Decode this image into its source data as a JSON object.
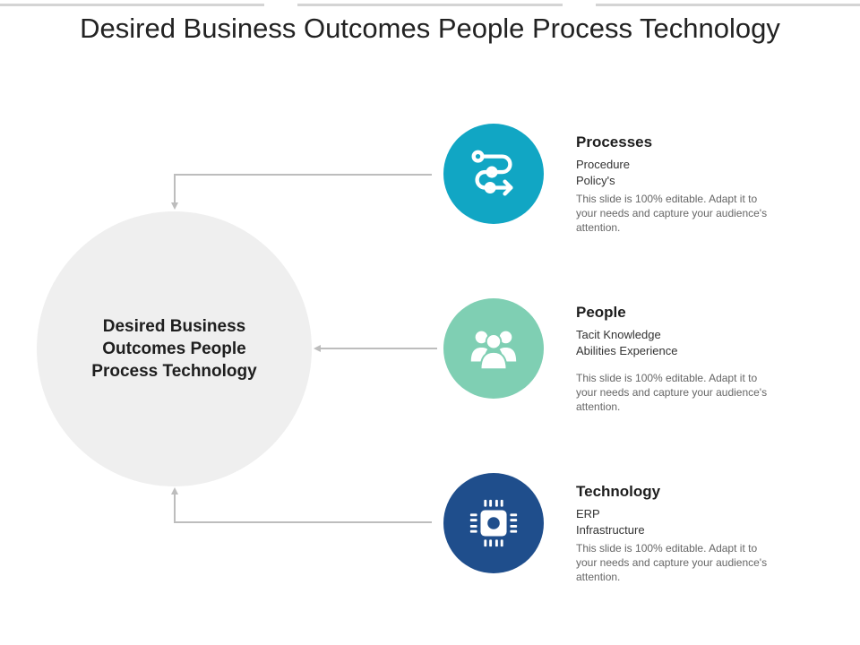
{
  "title": "Desired Business Outcomes People Process Technology",
  "hub": {
    "label": "Desired Business Outcomes People Process Technology"
  },
  "items": [
    {
      "title": "Processes",
      "lines": [
        "Procedure",
        "Policy's"
      ],
      "description": "This slide is 100% editable. Adapt it to your needs and capture your audience's attention.",
      "color": "#11a6c4",
      "icon": "process-flow-icon"
    },
    {
      "title": "People",
      "lines": [
        "Tacit Knowledge",
        "Abilities Experience"
      ],
      "description": "This slide is 100% editable. Adapt it to your needs and capture your audience's attention.",
      "color": "#7fcfb3",
      "icon": "people-group-icon"
    },
    {
      "title": "Technology",
      "lines": [
        "ERP",
        "Infrastructure"
      ],
      "description": "This slide is 100% editable. Adapt it to your needs and capture your audience's attention.",
      "color": "#1f4e8c",
      "icon": "microchip-icon"
    }
  ],
  "colors": {
    "hub": "#efefef",
    "connector": "#bdbdbd",
    "accent_bar": "#d4d4d4"
  }
}
